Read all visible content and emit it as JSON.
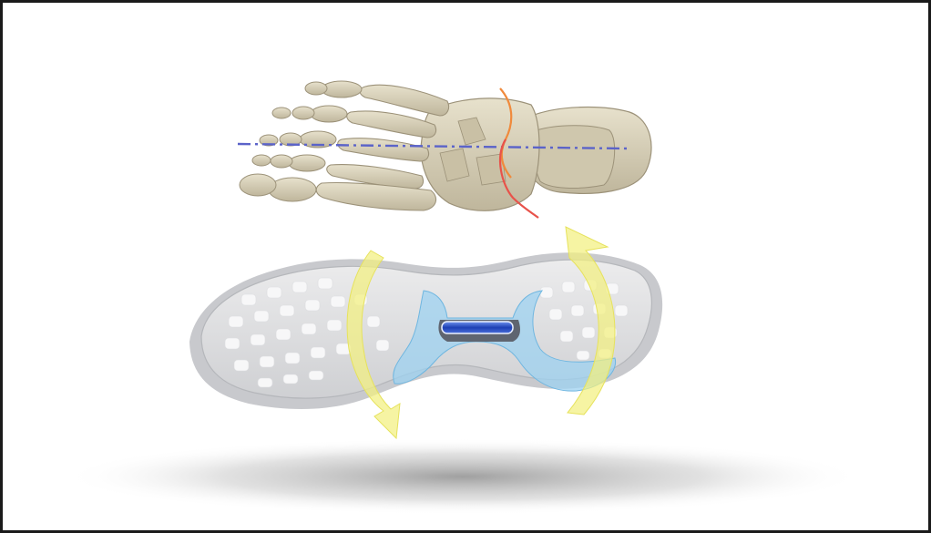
{
  "figure": {
    "subjects": [
      "foot-skeleton",
      "shoe-outsole",
      "torsion-arrows",
      "torsion-bar"
    ],
    "colors": {
      "frame_border": "#1a1a1a",
      "background": "#ffffff",
      "bone": "#d8d0b8",
      "bone_shadow": "#a89f86",
      "axis_line": "#5b63c9",
      "joint_line_orange": "#f08a3c",
      "joint_line_red": "#e8524a",
      "sole": "#d9dadc",
      "sole_edge": "#b9bbbf",
      "tread_pad": "#f6f6f7",
      "torsion_frame": "#8cc8ea",
      "torsion_bar": "#2f57c9",
      "arrow": "#f3f080"
    }
  }
}
